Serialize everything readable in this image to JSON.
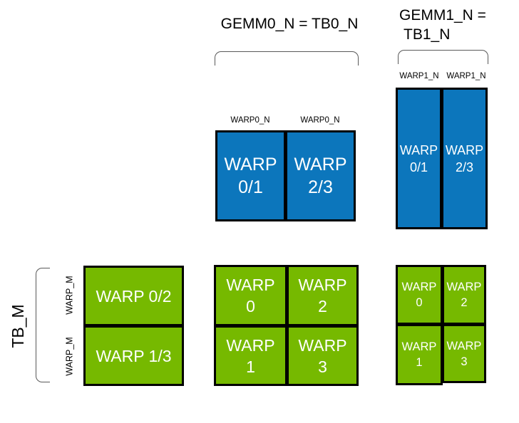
{
  "colors": {
    "tile_blue": "#0C76BC",
    "tile_green": "#76B900",
    "tile_border": "#000000",
    "bracket_gray": "#595959",
    "tile_text": "#ffffff",
    "label_text": "#000000",
    "background": "#ffffff"
  },
  "headers": {
    "gemm0": "GEMM0_N = TB0_N",
    "gemm1_line1": "GEMM1_N =",
    "gemm1_line2": "TB1_N"
  },
  "axis_labels": {
    "tb_m": "TB_M",
    "warp_m": "WARP_M",
    "warp0_n": "WARP0_N",
    "warp1_n": "WARP1_N"
  },
  "gemm0_b_tiles": [
    {
      "l1": "WARP",
      "l2": "0/1"
    },
    {
      "l1": "WARP",
      "l2": "2/3"
    }
  ],
  "gemm1_b_tiles": [
    {
      "l1": "WARP",
      "l2": "0/1"
    },
    {
      "l1": "WARP",
      "l2": "2/3"
    }
  ],
  "tb_m_tiles": [
    {
      "label": "WARP 0/2"
    },
    {
      "label": "WARP 1/3"
    }
  ],
  "gemm0_acc_tiles": [
    {
      "l1": "WARP",
      "l2": "0"
    },
    {
      "l1": "WARP",
      "l2": "2"
    },
    {
      "l1": "WARP",
      "l2": "1"
    },
    {
      "l1": "WARP",
      "l2": "3"
    }
  ],
  "gemm1_acc_tiles": [
    {
      "l1": "WARP",
      "l2": "0"
    },
    {
      "l1": "WARP",
      "l2": "2"
    },
    {
      "l1": "WARP",
      "l2": "1"
    },
    {
      "l1": "WARP",
      "l2": "3"
    }
  ]
}
